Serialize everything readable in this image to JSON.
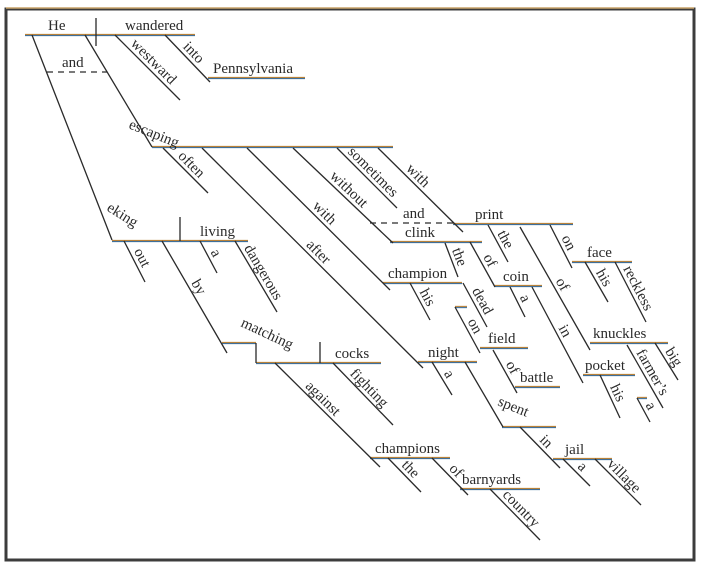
{
  "diagram": {
    "type": "sentence-diagram",
    "colors": {
      "frame": "#3c3c3c",
      "line": "#2a2a2a",
      "baseline_top": "#b9823a",
      "baseline_bottom": "#3f6f9a"
    },
    "words": {
      "he": "He",
      "wandered": "wandered",
      "westward": "westward",
      "into": "into",
      "pennsylvania": "Pennsylvania",
      "and1": "and",
      "escaping": "escaping",
      "often": "often",
      "after": "after",
      "with1": "with",
      "without": "without",
      "sometimes": "sometimes",
      "with2": "with",
      "and2": "and",
      "print": "print",
      "clink": "clink",
      "champion": "champion",
      "the_clink": "the",
      "of_clink": "of",
      "coin": "coin",
      "a_coin": "a",
      "in_coin": "in",
      "the_print": "the",
      "of_print": "of",
      "on_print": "on",
      "face": "face",
      "his_face": "his",
      "reckless": "reckless",
      "knuckles": "knuckles",
      "big": "big",
      "farmers": "farmer’s",
      "a_farmers": "a",
      "pocket": "pocket",
      "his_pocket": "his",
      "his_champion": "his",
      "dead": "dead",
      "on_field": "on",
      "field": "field",
      "of_field": "of",
      "battle": "battle",
      "night": "night",
      "a_night": "a",
      "spent": "spent",
      "in_jail": "in",
      "jail": "jail",
      "a_jail": "a",
      "village": "village",
      "eking": "eking",
      "out": "out",
      "living": "living",
      "a_living": "a",
      "dangerous": "dangerous",
      "by": "by",
      "matching": "matching",
      "cocks": "cocks",
      "fighting": "fighting",
      "against": "against",
      "champions": "champions",
      "the_champions": "the",
      "of_champions": "of",
      "barnyards": "barnyards",
      "country": "country"
    }
  }
}
